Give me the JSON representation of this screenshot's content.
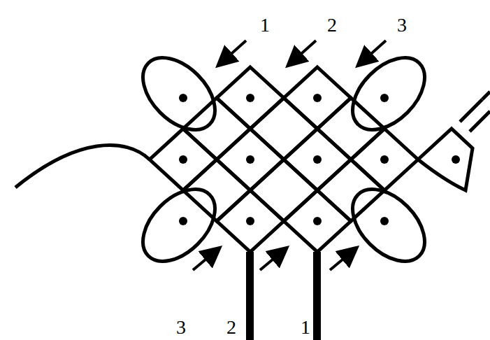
{
  "diagram": {
    "labels": [
      "1",
      "2",
      "3",
      "3",
      "2",
      "1"
    ]
  }
}
